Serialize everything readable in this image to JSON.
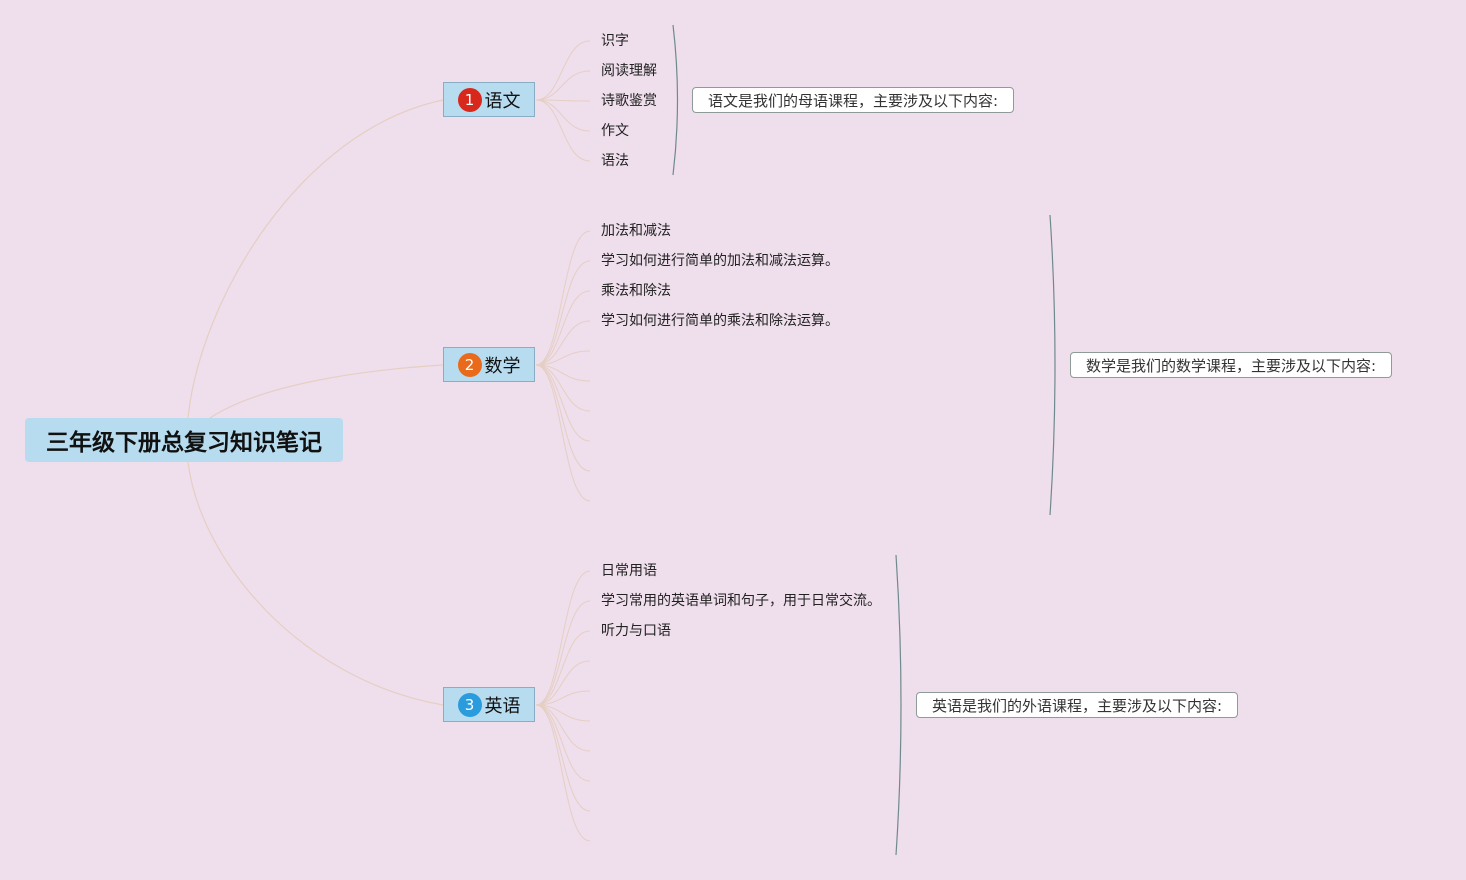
{
  "root": {
    "title": "三年级下册总复习知识笔记"
  },
  "colors": {
    "background": "#efdeec",
    "node_fill": "#b7dcef",
    "connector": "#e5cfc3",
    "bracket": "#6f8a8e",
    "badge_1": "#d8281b",
    "badge_2": "#ea6a1b",
    "badge_3": "#2a9bdc"
  },
  "branches": [
    {
      "number": "1",
      "label": "语文",
      "leaves": [
        "识字",
        "阅读理解",
        "诗歌鉴赏",
        "作文",
        "语法"
      ],
      "summary": "语文是我们的母语课程，主要涉及以下内容:"
    },
    {
      "number": "2",
      "label": "数学",
      "leaves": [
        "加法和减法",
        "学习如何进行简单的加法和减法运算。",
        "乘法和除法",
        "学习如何进行简单的乘法和除法运算。",
        "",
        "",
        "",
        "",
        "",
        ""
      ],
      "summary": "数学是我们的数学课程，主要涉及以下内容:"
    },
    {
      "number": "3",
      "label": "英语",
      "leaves": [
        "日常用语",
        "学习常用的英语单词和句子，用于日常交流。",
        "听力与口语",
        "",
        "",
        "",
        "",
        "",
        "",
        ""
      ],
      "summary": "英语是我们的外语课程，主要涉及以下内容:"
    }
  ]
}
